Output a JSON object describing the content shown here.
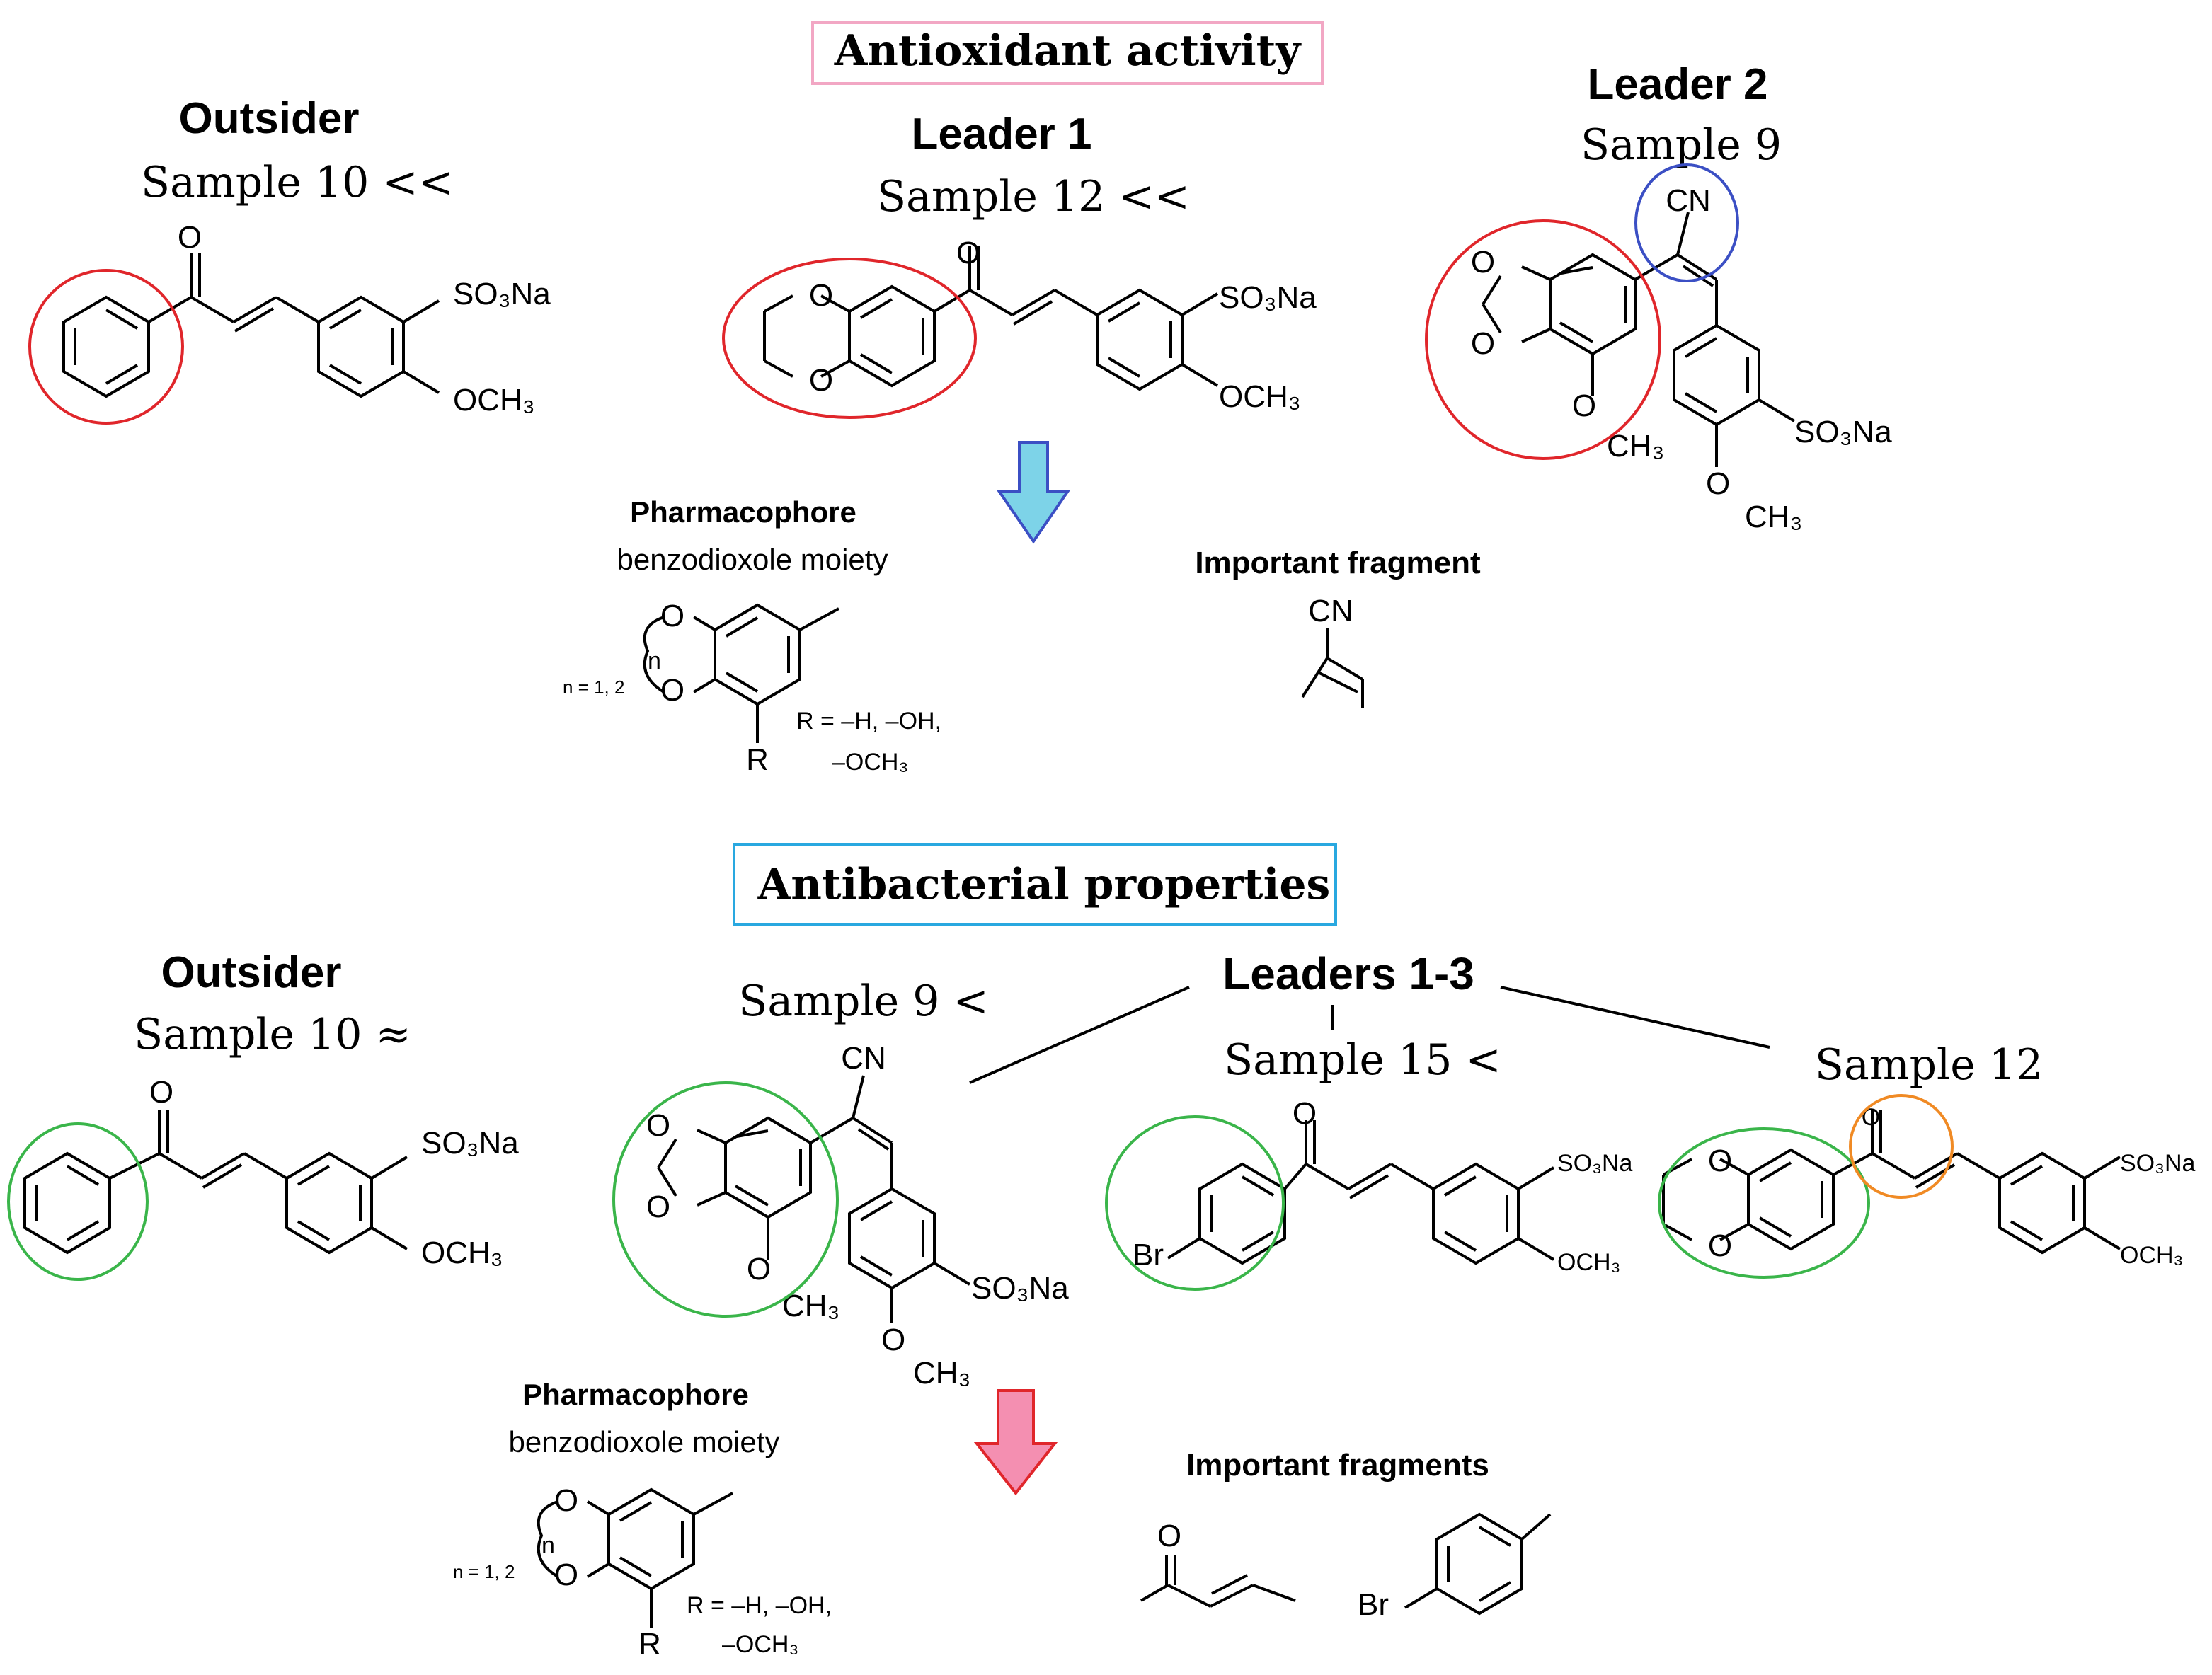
{
  "antioxidant": {
    "section_title": "Antioxidant activity",
    "border_color": "#f2a7c4",
    "outsider": {
      "label": "Outsider",
      "sample": "Sample 10 <<"
    },
    "leader1": {
      "label": "Leader 1",
      "sample": "Sample 12 <<"
    },
    "leader2": {
      "label": "Leader 2",
      "sample": "Sample 9"
    },
    "pharmacophore": {
      "title": "Pharmacophore",
      "subtitle": "benzodioxole moiety",
      "n_note": "n = 1, 2",
      "n_sub": "n",
      "r_label": "R",
      "r_values_1": "R = –H, –OH,",
      "r_values_2": "–OCH₃"
    },
    "fragment": {
      "title": "Important fragment",
      "cn": "CN"
    },
    "arrow_color": "#7dd3e8"
  },
  "antibacterial": {
    "section_title": "Antibacterial properties",
    "border_color": "#29a8e0",
    "outsider": {
      "label": "Outsider",
      "sample": "Sample 10 ≈"
    },
    "leaders_label": "Leaders 1-3",
    "sample9": "Sample 9 <",
    "sample15": "Sample 15 <",
    "sample12": "Sample 12",
    "pharmacophore": {
      "title": "Pharmacophore",
      "subtitle": "benzodioxole moiety",
      "n_note": "n = 1, 2",
      "n_sub": "n",
      "r_label": "R",
      "r_values_1": "R = –H, –OH,",
      "r_values_2": "–OCH₃"
    },
    "fragments": {
      "title": "Important fragments",
      "o": "O",
      "br": "Br"
    },
    "arrow_color": "#f48fb1"
  },
  "atoms": {
    "o": "O",
    "cn": "CN",
    "so3na": "SO₃Na",
    "och3": "OCH₃",
    "ch3": "CH₃",
    "br": "Br"
  },
  "highlight_colors": {
    "red": "#e0262b",
    "blue": "#3b4fc4",
    "green": "#3ab54a",
    "orange": "#f08a24"
  }
}
